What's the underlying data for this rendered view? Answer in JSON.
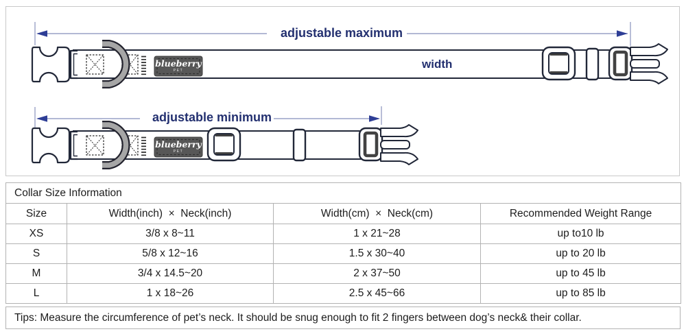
{
  "diagram": {
    "annotations": {
      "adjustable_maximum": "adjustable maximum",
      "adjustable_minimum": "adjustable minimum",
      "width": "width"
    },
    "brand_label": {
      "name": "blueberry",
      "sub": "PET"
    },
    "colors": {
      "annotation_text": "#233070",
      "arrow": "#2e3e96",
      "dimension_line": "#99a1c6",
      "collar_outline": "#212738",
      "label_bg": "#575757"
    }
  },
  "size_table": {
    "title": "Collar Size Information",
    "columns": [
      "Size",
      "Width(inch)  ×  Neck(inch)",
      "Width(cm)  ×  Neck(cm)",
      "Recommended Weight Range"
    ],
    "rows": [
      [
        "XS",
        "3/8 x 8~11",
        "1 x 21~28",
        "up to10 lb"
      ],
      [
        "S",
        "5/8 x 12~16",
        "1.5 x 30~40",
        "up to 20 lb"
      ],
      [
        "M",
        "3/4 x 14.5~20",
        "2 x 37~50",
        "up to 45 lb"
      ],
      [
        "L",
        "1 x 18~26",
        "2.5 x 45~66",
        "up to 85 lb"
      ]
    ],
    "tips": "Tips: Measure the circumference of pet’s neck. It should be snug enough to fit 2 fingers between dog’s neck& their collar."
  }
}
